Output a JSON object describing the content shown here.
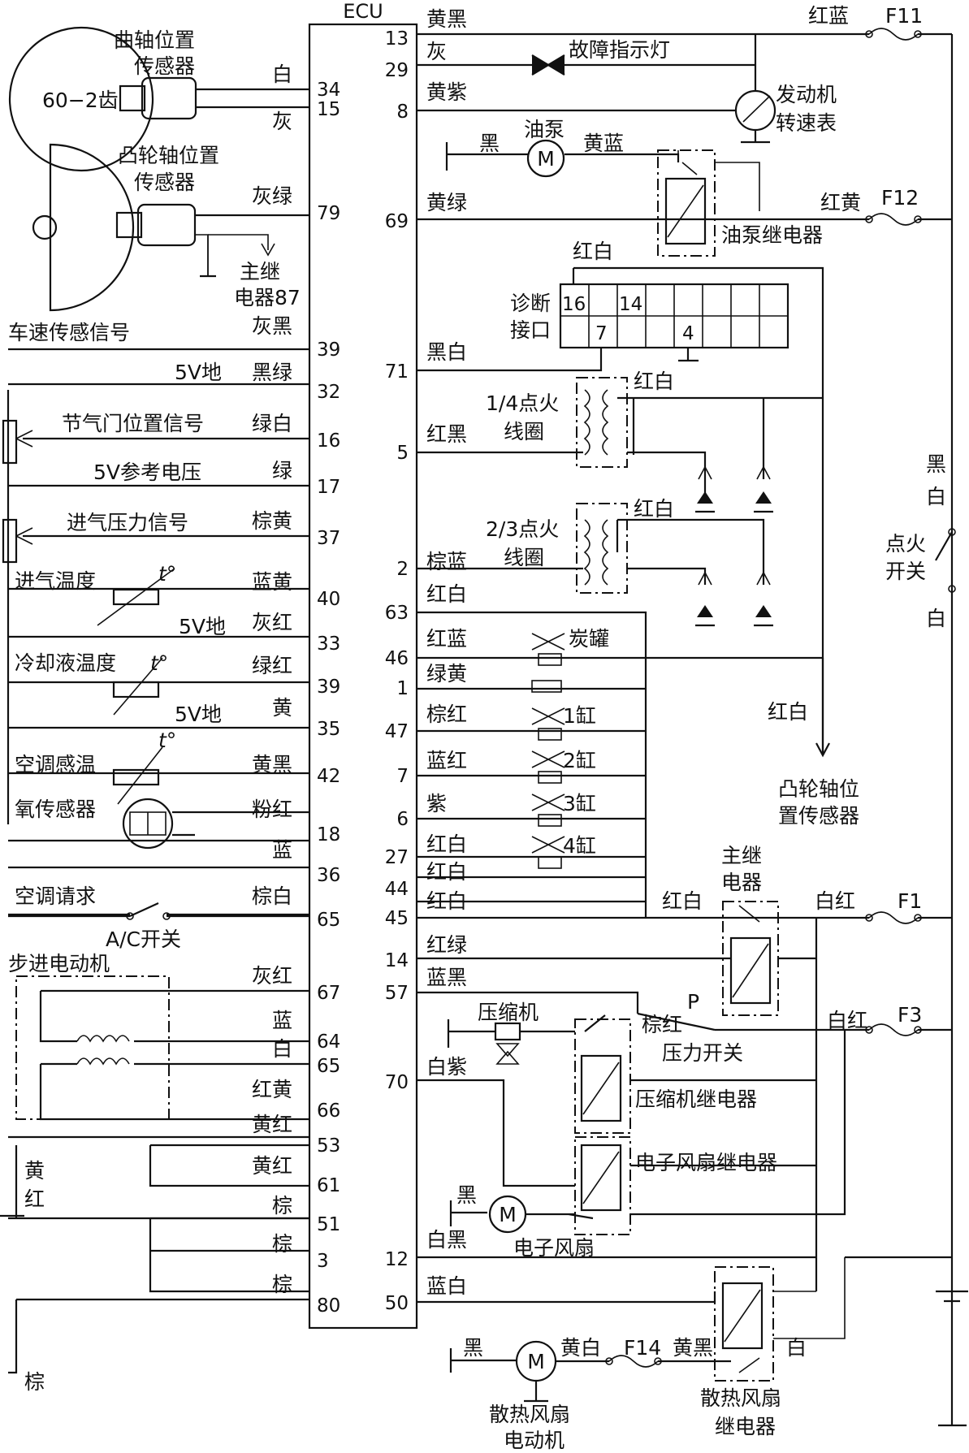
{
  "ecu": {
    "title": "ECU"
  },
  "left": {
    "crank_gear": "60−2齿",
    "crank_sensor": [
      "曲轴位置",
      "传感器"
    ],
    "cam_sensor": [
      "凸轮轴位置",
      "传感器"
    ],
    "main_relay87": [
      "主继",
      "电器87"
    ],
    "speed_signal": "车速传感信号",
    "gnd5v_a": "5V地",
    "tps_signal": "节气门位置信号",
    "ref5v": "5V参考电压",
    "map_signal": "进气压力信号",
    "iat": "进气温度",
    "gnd5v_b": "5V地",
    "ect": "冷却液温度",
    "gnd5v_c": "5V地",
    "ac_temp": "空调感温",
    "o2": "氧传感器",
    "ac_request": "空调请求",
    "ac_switch": "A/C开关",
    "stepper": "步进电动机",
    "gnd_yellow_red": [
      "黄",
      "红"
    ],
    "gnd_brown": "棕",
    "t_deg": "t°"
  },
  "left_pins": [
    {
      "color": "白",
      "pin": "34"
    },
    {
      "color": "灰",
      "pin": "15"
    },
    {
      "color": "灰绿",
      "pin": "79"
    },
    {
      "color": "灰黑",
      "pin": "39"
    },
    {
      "color": "黑绿",
      "pin": "32"
    },
    {
      "color": "绿白",
      "pin": "16"
    },
    {
      "color": "绿",
      "pin": "17"
    },
    {
      "color": "棕黄",
      "pin": "37"
    },
    {
      "color": "蓝黄",
      "pin": "40"
    },
    {
      "color": "灰红",
      "pin": "33"
    },
    {
      "color": "绿红",
      "pin": "39"
    },
    {
      "color": "黄",
      "pin": "35"
    },
    {
      "color": "黄黑",
      "pin": "42"
    },
    {
      "color": "粉红",
      "pin": "18"
    },
    {
      "color": "蓝",
      "pin": "36"
    },
    {
      "color": "棕白",
      "pin": "65"
    },
    {
      "color": "灰红",
      "pin": "67"
    },
    {
      "color": "蓝",
      "pin": "64"
    },
    {
      "color": "白",
      "pin": "65"
    },
    {
      "color": "红黄",
      "pin": "66"
    },
    {
      "color": "黄红",
      "pin": "53"
    },
    {
      "color": "黄红",
      "pin": "61"
    },
    {
      "color": "棕",
      "pin": "51"
    },
    {
      "color": "棕",
      "pin": "3"
    },
    {
      "color": "棕",
      "pin": "80"
    }
  ],
  "right_pins": [
    {
      "color": "黄黑",
      "pin": "13"
    },
    {
      "color": "灰",
      "pin": "29"
    },
    {
      "color": "黄紫",
      "pin": "8"
    },
    {
      "color": "黄绿",
      "pin": "69"
    },
    {
      "color": "黑白",
      "pin": "71"
    },
    {
      "color": "红黑",
      "pin": "5"
    },
    {
      "color": "棕蓝",
      "pin": "2"
    },
    {
      "color": "红白",
      "pin": "63"
    },
    {
      "color": "红蓝",
      "pin": "46"
    },
    {
      "color": "绿黄",
      "pin": "1"
    },
    {
      "color": "棕红",
      "pin": "47"
    },
    {
      "color": "蓝红",
      "pin": "7"
    },
    {
      "color": "紫",
      "pin": "6"
    },
    {
      "color": "红白",
      "pin": "27"
    },
    {
      "color": "红白",
      "pin": "44"
    },
    {
      "color": "红白",
      "pin": "45"
    },
    {
      "color": "红绿",
      "pin": "14"
    },
    {
      "color": "蓝黑",
      "pin": "57"
    },
    {
      "color": "白紫",
      "pin": "70"
    },
    {
      "color": "白黑",
      "pin": "12"
    },
    {
      "color": "蓝白",
      "pin": "50"
    }
  ],
  "right": {
    "fault_lamp": "故障指示灯",
    "tacho": [
      "发动机",
      "转速表"
    ],
    "fuel_pump": "油泵",
    "black_a": "黑",
    "yellow_blue": "黄蓝",
    "fuel_relay": "油泵继电器",
    "red_blue": "红蓝",
    "red_yellow": "红黄",
    "fuse_f11": "F11",
    "fuse_f12": "F12",
    "diag_red_white": "红白",
    "diag": [
      "诊断",
      "接口"
    ],
    "diag_pins": [
      "16",
      "14",
      "7",
      "4"
    ],
    "coil14": [
      "1/4点火",
      "线圈"
    ],
    "coil23": [
      "2/3点火",
      "线圈"
    ],
    "coil_red_white_a": "红白",
    "coil_red_white_b": "红白",
    "ign_switch": [
      "黑",
      "白",
      "点火",
      "开关",
      "白"
    ],
    "canister": "炭罐",
    "cyl": [
      "1缸",
      "2缸",
      "3缸",
      "4缸"
    ],
    "red_white_cam": "红白",
    "cam_sensor": [
      "凸轮轴位",
      "置传感器"
    ],
    "main_relay": [
      "主继",
      "电器"
    ],
    "red_white_main": "红白",
    "white_red_f1": "白红",
    "fuse_f1": "F1",
    "white_red_f3": "白红",
    "fuse_f3": "F3",
    "compressor": "压缩机",
    "brown_red": "棕红",
    "p": "P",
    "pressure_switch": "压力开关",
    "compressor_relay": "压缩机继电器",
    "fan_relay": "电子风扇继电器",
    "black_fan": "黑",
    "e_fan": "电子风扇",
    "black_rad": "黑",
    "yellow_white": "黄白",
    "fuse_f14": "F14",
    "yellow_black": "黄黑",
    "white_rad": "白",
    "rad_relay": [
      "散热风扇",
      "继电器"
    ],
    "rad_motor": [
      "散热风扇",
      "电动机"
    ],
    "m": "M"
  }
}
